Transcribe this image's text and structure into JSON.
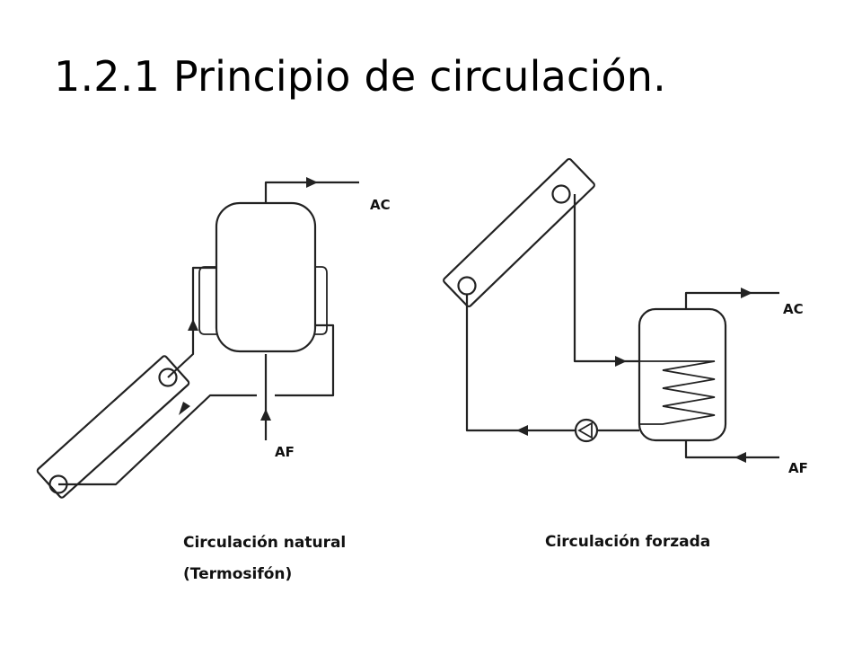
{
  "title": "1.2.1 Principio de circulación.",
  "natural": {
    "label_ac": "AC",
    "label_af": "AF",
    "caption_line1": "Circulación natural",
    "caption_line2": "(Termosifón)"
  },
  "forced": {
    "label_ac": "AC",
    "label_af": "AF",
    "caption": "Circulación forzada"
  },
  "colors": {
    "ink": "#222222",
    "background": "#ffffff"
  },
  "icons": [
    "pump-icon",
    "flow-arrow-icon",
    "heat-exchanger-coil-icon"
  ]
}
